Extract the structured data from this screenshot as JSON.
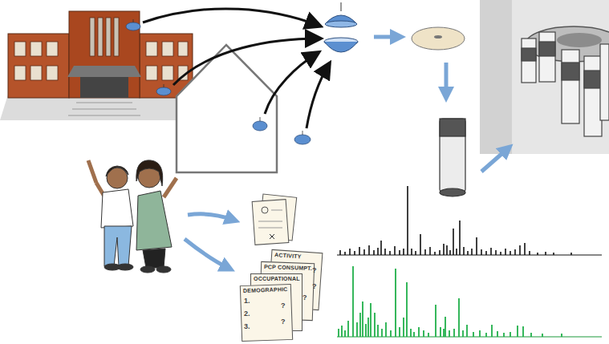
{
  "diagram": {
    "nodes": [
      {
        "text": [
          "ACTIVITY"
        ]
      },
      {
        "text": [
          "PCP CONSUMPT."
        ]
      },
      {
        "text": [
          "OCCUPATIONAL"
        ]
      },
      {
        "text": [
          "DEMOGRAPHIC"
        ]
      }
    ],
    "labels": [
      "1.",
      "2.",
      "3.",
      "?",
      "?",
      "?",
      "?",
      "?"
    ]
  }
}
